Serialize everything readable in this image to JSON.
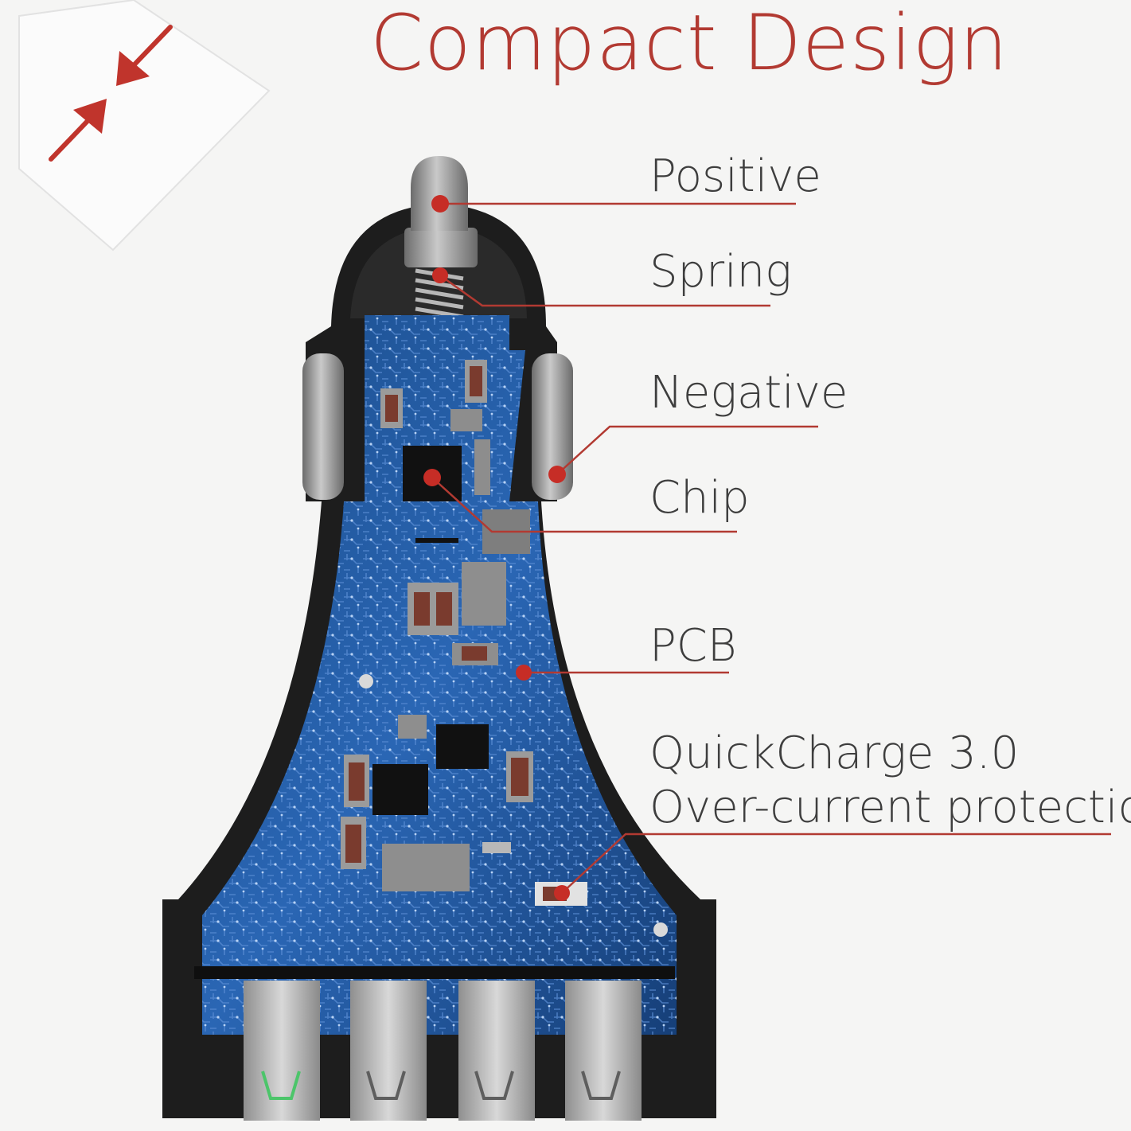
{
  "title": "Compact Design",
  "labels": {
    "positive": "Positive",
    "spring": "Spring",
    "negative": "Negative",
    "chip": "Chip",
    "pcb": "PCB",
    "quickcharge": "QuickCharge 3.0",
    "overcurrent": "Over-current protection"
  },
  "icons": [
    "compress-arrows-icon"
  ],
  "colors": {
    "accent": "#b23a32",
    "text": "#3e3e3e",
    "background": "#f5f5f4",
    "pcb": "#1f4f8c",
    "housing": "#1e1e1e",
    "metal": "#9a9a9a"
  }
}
